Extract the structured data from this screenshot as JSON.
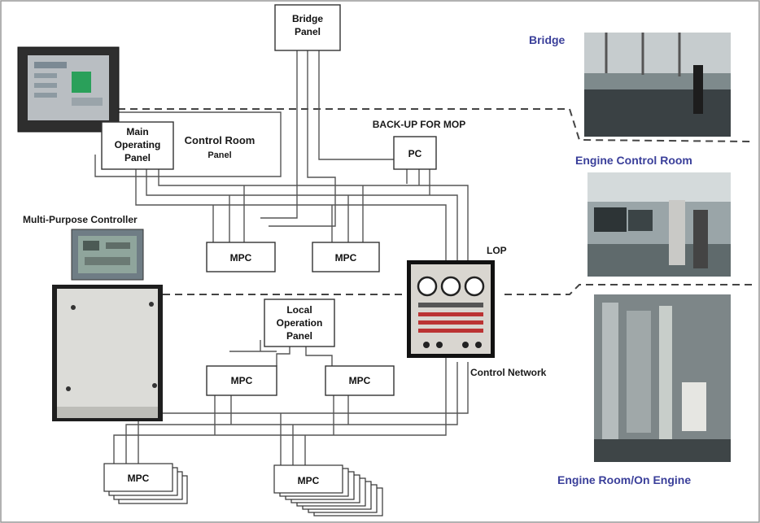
{
  "nodes": {
    "bridge_panel": [
      "Bridge",
      "Panel"
    ],
    "main_operating_panel": [
      "Main",
      "Operating",
      "Panel"
    ],
    "control_room_panel": [
      "Control Room",
      "Panel"
    ],
    "backup_label": "BACK-UP FOR MOP",
    "pc": "PC",
    "mpc": "MPC",
    "lop": "LOP",
    "local_operation_panel": [
      "Local",
      "Operation",
      "Panel"
    ],
    "control_network": "Control Network",
    "multi_purpose_controller": "Multi-Purpose Controller"
  },
  "zones": {
    "bridge": "Bridge",
    "engine_control_room": "Engine Control Room",
    "engine_room": "Engine Room/On Engine"
  },
  "colors": {
    "zone_label": "#3a3f9a",
    "line": "#555555",
    "box_border": "#333333"
  }
}
